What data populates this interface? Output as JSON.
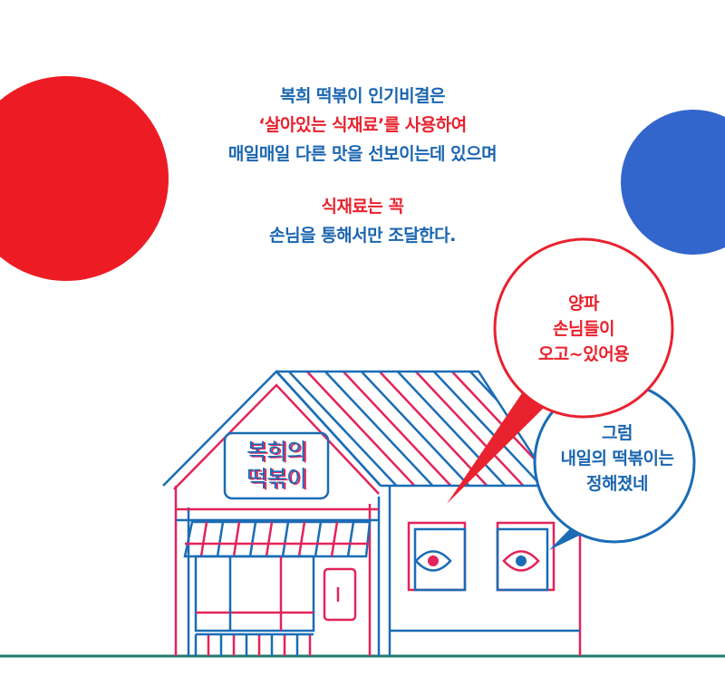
{
  "colors": {
    "red": "#ed1c24",
    "blue": "#3366cc",
    "line_blue": "#1a6cb5",
    "line_red": "#e2245a",
    "ground": "#1f7a6e"
  },
  "intro": {
    "line1": "복희 떡볶이 인기비결은",
    "line2": "‘살아있는 식재료’를 사용하여",
    "line3": "매일매일 다른 맛을 선보이는데 있으며",
    "line4": "식재료는 꼭",
    "line5": "손님을 통해서만 조달한다."
  },
  "sign": {
    "line1": "복희의",
    "line2": "떡볶이"
  },
  "bubble_red": {
    "line1": "양파",
    "line2": "손님들이",
    "line3": "오고~있어용"
  },
  "bubble_blue": {
    "line1": "그럼",
    "line2": "내일의 떡볶이는",
    "line3": "정해졌네"
  },
  "icons": {
    "left_eye": "eye-icon",
    "right_eye": "eye-icon"
  }
}
